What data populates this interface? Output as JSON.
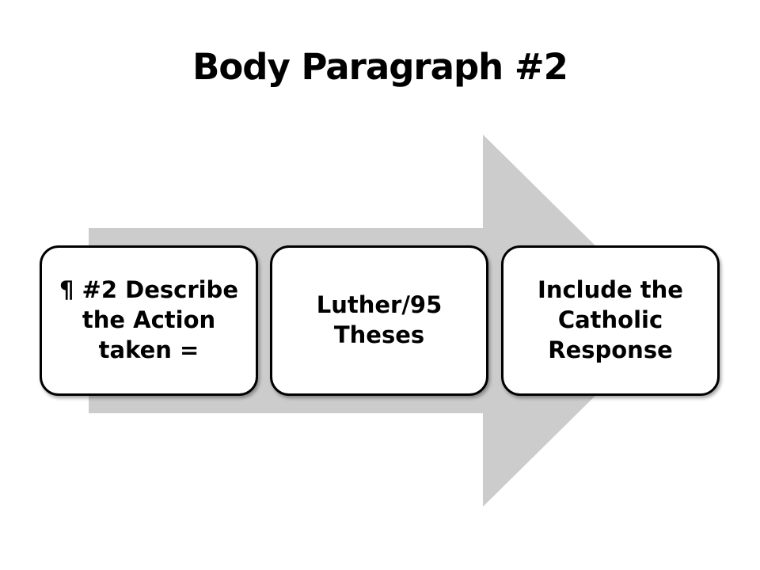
{
  "slide": {
    "title": "Body Paragraph #2"
  },
  "diagram": {
    "arrow_color": "#cccccc",
    "box_border_color": "#000000",
    "steps": [
      {
        "text": "¶ #2 Describe the Action taken ="
      },
      {
        "text": "Luther/95 Theses"
      },
      {
        "text": "Include the Catholic Response"
      }
    ]
  }
}
